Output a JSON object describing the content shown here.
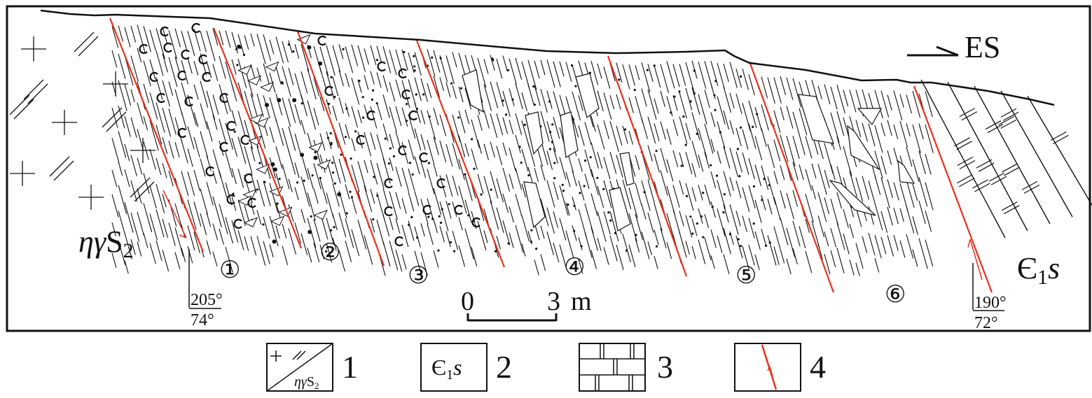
{
  "direction_label": "ES",
  "units": {
    "left_intrusion": {
      "italic": "ηγ",
      "main": "S",
      "sub": "2"
    },
    "right_formation": {
      "main": "Є",
      "sub": "1",
      "italic": "s"
    }
  },
  "zones": [
    "①",
    "②",
    "③",
    "④",
    "⑤",
    "⑥"
  ],
  "attitudes": {
    "left": {
      "dip_direction": "205°",
      "dip_angle": "74°"
    },
    "right": {
      "dip_direction": "190°",
      "dip_angle": "72°"
    }
  },
  "scale_bar": {
    "start": "0",
    "end": "3",
    "unit": "m"
  },
  "legend": [
    {
      "number": "1",
      "symbol_text": {
        "italic": "ηγ",
        "main": "S",
        "sub": "2"
      }
    },
    {
      "number": "2",
      "symbol_text": {
        "main": "Є",
        "sub": "1",
        "italic": "s"
      }
    },
    {
      "number": "3"
    },
    {
      "number": "4"
    }
  ],
  "colors": {
    "fault": "#e8321e",
    "ink": "#111111"
  }
}
